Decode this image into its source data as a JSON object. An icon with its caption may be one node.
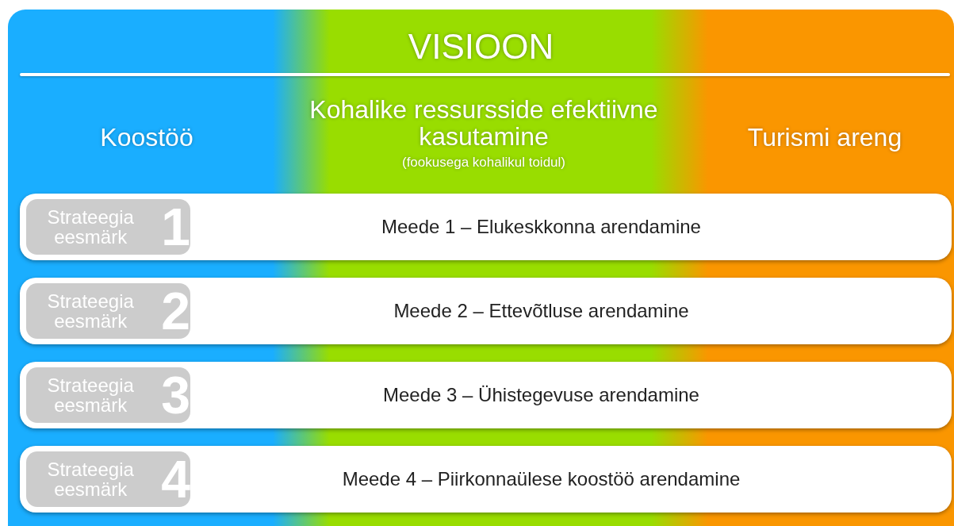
{
  "diagram": {
    "title": "VISIOON",
    "nodes": [
      {
        "text": [
          "Meede 1 – Elukeskkonna arendamine"
        ]
      },
      {
        "text": [
          "Strateegia eesmärk",
          "1"
        ],
        "in": 0
      },
      {
        "text": [
          "Meede 2 – Ettevõtluse arendamine"
        ]
      },
      {
        "text": [
          "Strateegia eesmärk",
          "2"
        ],
        "in": 2
      },
      {
        "text": [
          "Meede 3 – Ühistegevuse arendamine"
        ]
      },
      {
        "text": [
          "Strateegia eesmärk",
          "3"
        ],
        "in": 4
      },
      {
        "text": [
          "Meede 4 – Piirkonnaülese koostöö arendamine"
        ]
      },
      {
        "text": [
          "Strateegia eesmärk",
          "4"
        ],
        "in": 6
      }
    ],
    "labels": [
      "Koostöö",
      "Kohalike ressursside efektiivne kasutamine",
      "(fookusega kohalikul toidul)",
      "Turismi areng"
    ]
  }
}
